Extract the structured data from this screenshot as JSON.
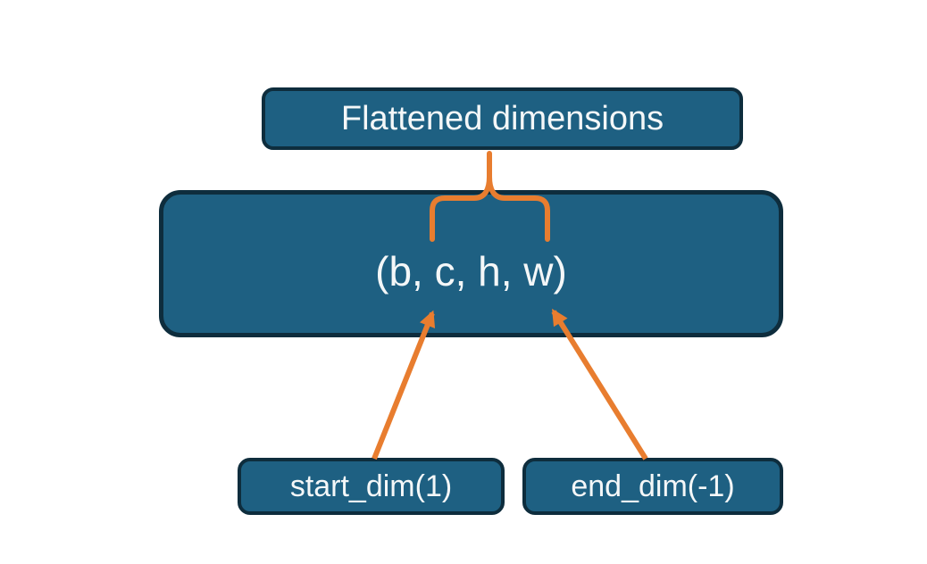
{
  "diagram": {
    "title_box": {
      "label": "Flattened dimensions"
    },
    "tensor_box": {
      "label": "(b, c, h, w)"
    },
    "start_dim_box": {
      "label": "start_dim(1)"
    },
    "end_dim_box": {
      "label": "end_dim(-1)"
    },
    "annotations": {
      "brace_meaning": "span of dimensions flattened (c, h, w)",
      "start_arrow_target": "c",
      "end_arrow_target": "w"
    },
    "colors": {
      "box_fill": "#1e6082",
      "box_border": "#0e2d3d",
      "accent_orange": "#e87d2f",
      "text": "#f4f7f8",
      "background": "#ffffff"
    }
  }
}
